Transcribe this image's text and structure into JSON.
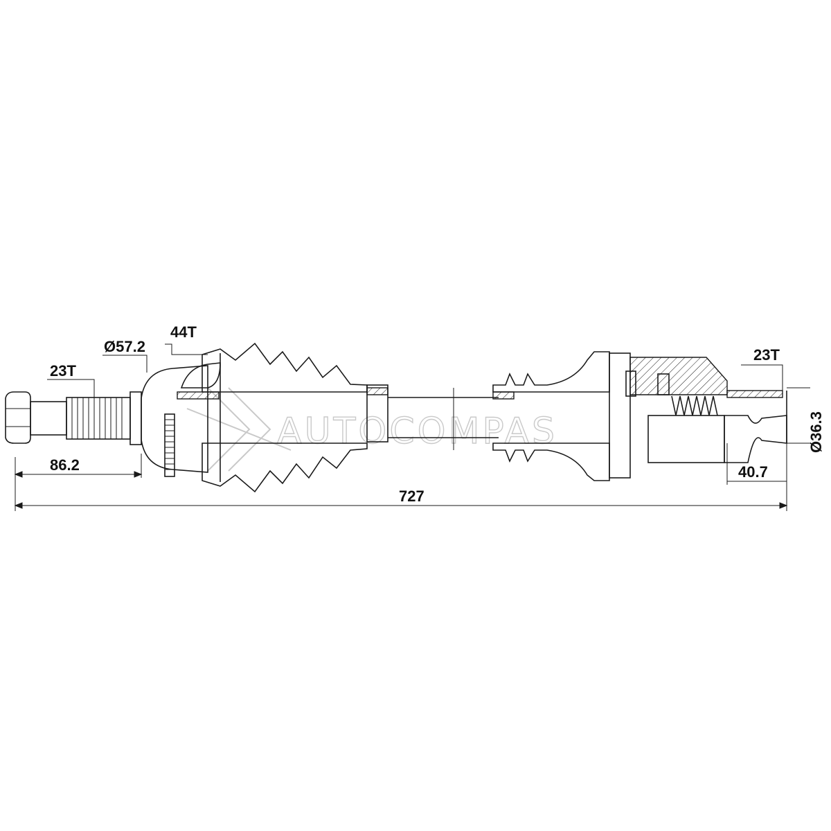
{
  "labels": {
    "outer_spline": "23T",
    "abs_diameter": "Ø57.2",
    "abs_teeth": "44T",
    "inner_spline": "23T",
    "seal_diameter": "Ø36.3",
    "outer_length": "86.2",
    "inner_length": "40.7",
    "total_length": "727"
  },
  "watermark": "AUTOCOMPAS",
  "colors": {
    "line": "#1a1a1a",
    "watermark": "#c9c9c9",
    "background": "#ffffff"
  }
}
